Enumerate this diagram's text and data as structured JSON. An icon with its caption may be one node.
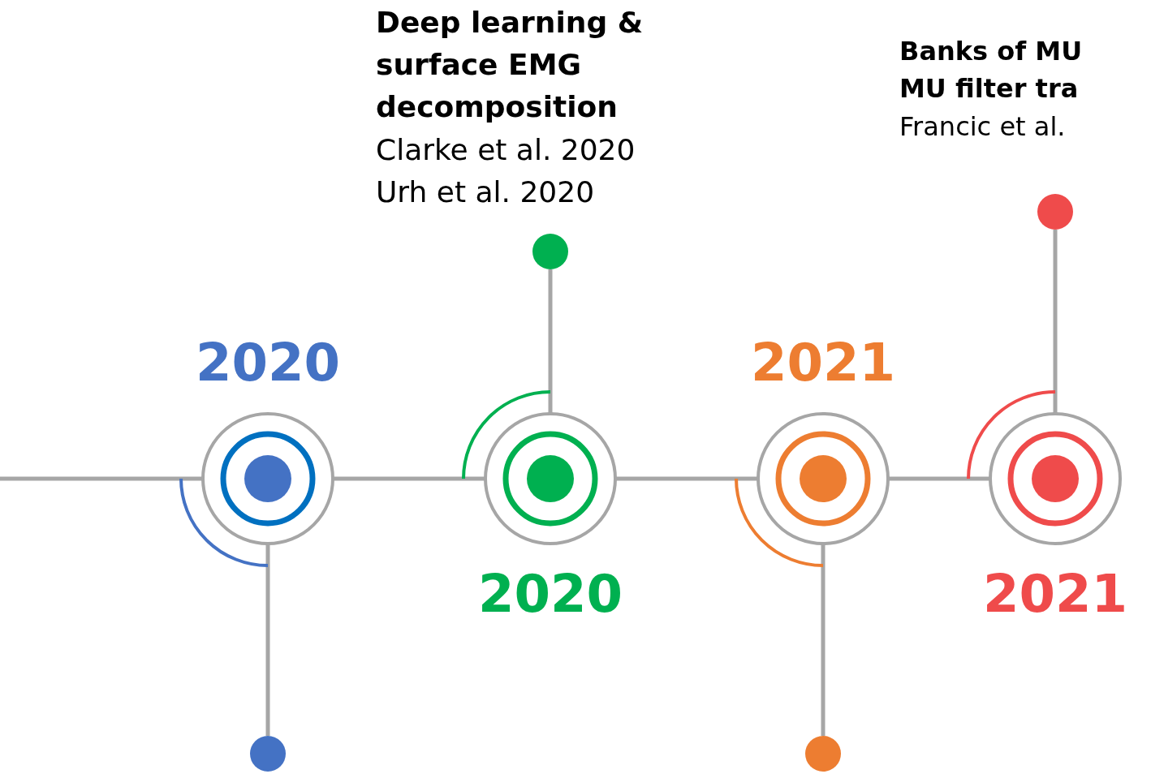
{
  "diagram": {
    "nodes": [
      {
        "text": [
          "2020"
        ]
      },
      {
        "text": [],
        "shape": "circle"
      },
      {
        "text": [
          "2020"
        ]
      },
      {
        "text": [],
        "shape": "circle",
        "beside": [
          "Deep learning & surface EMG decomposition",
          "Clarke et al. 2020",
          "Urh et al. 2020"
        ]
      },
      {
        "text": [
          "2021"
        ]
      },
      {
        "text": [],
        "shape": "circle"
      },
      {
        "text": [
          "2021"
        ]
      },
      {
        "text": [],
        "shape": "circle",
        "beside": [
          "Banks of MU MU filter tra",
          "Francic et al."
        ]
      }
    ],
    "edges": [
      {
        "from": null,
        "to": 0,
        "arrow": "none"
      },
      {
        "from": 0,
        "to": 2,
        "arrow": "none"
      },
      {
        "from": 2,
        "to": 4,
        "arrow": "none"
      },
      {
        "from": 4,
        "to": 6,
        "arrow": "none"
      },
      {
        "from": 0,
        "to": 1,
        "arrow": "none"
      },
      {
        "from": 2,
        "to": 3,
        "arrow": "none"
      },
      {
        "from": 4,
        "to": 5,
        "arrow": "none"
      },
      {
        "from": 6,
        "to": 7,
        "arrow": "none"
      }
    ]
  }
}
